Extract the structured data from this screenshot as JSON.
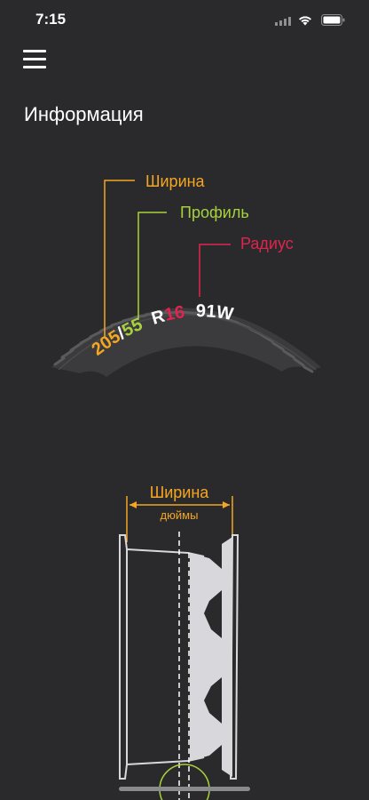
{
  "status_bar": {
    "time": "7:15"
  },
  "header": {
    "title": "Информация"
  },
  "tire_diagram": {
    "labels": {
      "width": "Ширина",
      "profile": "Профиль",
      "radius": "Радиус"
    },
    "marking": {
      "width": "205",
      "slash": "/",
      "profile": "55",
      "r_letter": "R",
      "rim": "16",
      "load_speed": "91W"
    },
    "colors": {
      "width": "#f5a623",
      "profile": "#a8d13c",
      "radius": "#e0244f",
      "marking_white": "#ffffff",
      "tire": "#3b3b3e"
    }
  },
  "wheel_diagram": {
    "width_label": "Ширина",
    "unit_label": "дюймы",
    "colors": {
      "accent": "#f5a623",
      "rim": "#d8d8dc",
      "circle": "#a8d13c"
    }
  },
  "icons": [
    "menu-icon",
    "cellular-icon",
    "wifi-icon",
    "battery-icon"
  ]
}
